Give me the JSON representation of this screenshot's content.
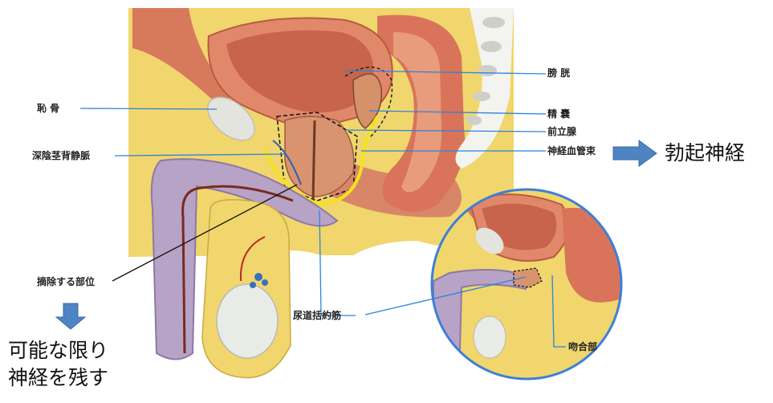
{
  "labels": {
    "bladder": "膀 胱",
    "pubic_bone": "恥 骨",
    "seminal_vesicle": "精 嚢",
    "prostate": "前立腺",
    "deep_dorsal_vein": "深陰茎背静脈",
    "neurovascular_bundle": "神経血管束",
    "resection_site": "摘除する部位",
    "urethral_sphincter": "尿道括約筋",
    "anastomosis": "吻合部"
  },
  "notes": {
    "erectile_nerve": "勃起神経",
    "preserve_line1": "可能な限り",
    "preserve_line2": "神経を残す"
  },
  "colors": {
    "background": "#ffffff",
    "pelvic_tissue": "#f0d66c",
    "muscle": "#d77a5c",
    "bladder": "#e2886a",
    "bladder_inner": "#c8644b",
    "prostate": "#d9946f",
    "penile_purple": "#b7a3c6",
    "penile_dark": "#8e78a6",
    "testis": "#e9ebe6",
    "bone": "#e3e4de",
    "spine": "#f3f3ef",
    "nerve_yellow": "#f5e21c",
    "leader_blue": "#2a84e0",
    "arrow_blue": "#4f84c4",
    "circle_border": "#3d7fd9"
  }
}
